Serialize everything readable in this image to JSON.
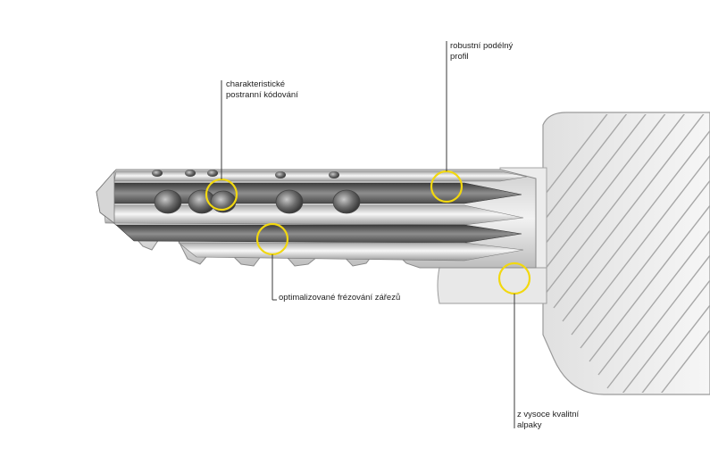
{
  "callouts": {
    "profile": {
      "line1": "robustní podélný",
      "line2": "profil"
    },
    "coding": {
      "line1": "charakteristické",
      "line2": "postranní kódování"
    },
    "milling": {
      "line1": "optimalizované frézování zářezů"
    },
    "material": {
      "line1": "z vysoce kvalitní",
      "line2": "alpaky"
    }
  },
  "colors": {
    "highlight_circle": "#f2d80f",
    "leader_line": "#3a3a3a",
    "metal_light": "#e4e4e4",
    "metal_dark": "#5a5a5a",
    "background": "#ffffff"
  }
}
